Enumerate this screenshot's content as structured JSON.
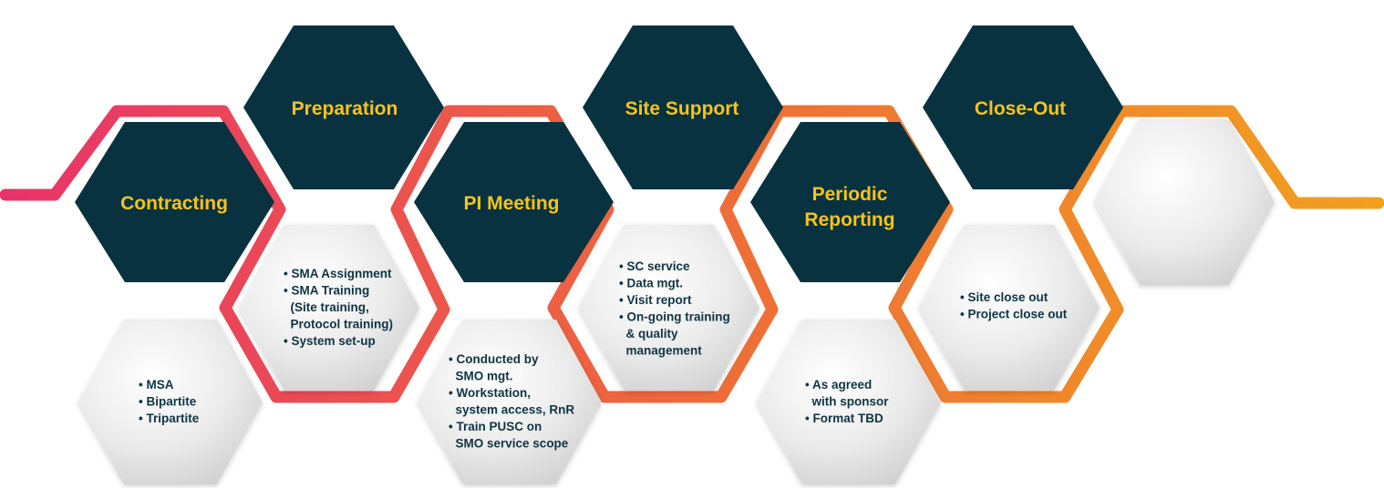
{
  "colors": {
    "dark_hex": "#08323f",
    "gold_text": "#f5c320",
    "bullet_text": "#0f3442",
    "line_start": "#e8336a",
    "line_mid": "#ee6a3a",
    "line_end": "#f1a11e"
  },
  "stages": [
    {
      "title": [
        "Contracting"
      ],
      "bullets": [
        "• MSA",
        "• Bipartite",
        "• Tripartite"
      ]
    },
    {
      "title": [
        "Preparation"
      ],
      "bullets": [
        "• SMA Assignment",
        "• SMA Training",
        "  (Site training,",
        "  Protocol training)",
        "• System set-up"
      ]
    },
    {
      "title": [
        "PI Meeting"
      ],
      "bullets": [
        "• Conducted by",
        "  SMO mgt.",
        "• Workstation,",
        "  system access, RnR",
        "• Train PUSC on",
        "  SMO service scope"
      ]
    },
    {
      "title": [
        "Site Support"
      ],
      "bullets": [
        "• SC service",
        "• Data mgt.",
        "• Visit report",
        "• On-going training",
        "  & quality",
        "  management"
      ]
    },
    {
      "title": [
        "Periodic",
        "Reporting"
      ],
      "bullets": [
        "• As agreed",
        "  with sponsor",
        "• Format TBD"
      ]
    },
    {
      "title": [
        "Close-Out"
      ],
      "bullets": [
        "• Site close out",
        "• Project close out"
      ]
    }
  ]
}
